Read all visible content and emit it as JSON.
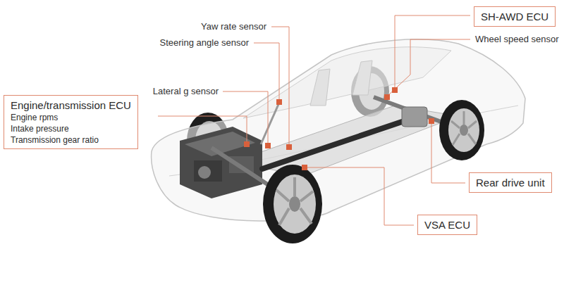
{
  "diagram": {
    "nodes": [
      {
        "text": [
          "SH-AWD ECU"
        ]
      },
      {
        "text": [
          "Engine/transmission ECU",
          "Engine rpms",
          "Intake pressure",
          "Transmission gear ratio"
        ]
      },
      {
        "text": [
          "Rear drive unit"
        ]
      },
      {
        "text": [
          "VSA ECU"
        ]
      }
    ],
    "labels": [
      "Yaw rate sensor",
      "Steering angle sensor",
      "Wheel speed sensor",
      "Lateral g sensor"
    ]
  }
}
